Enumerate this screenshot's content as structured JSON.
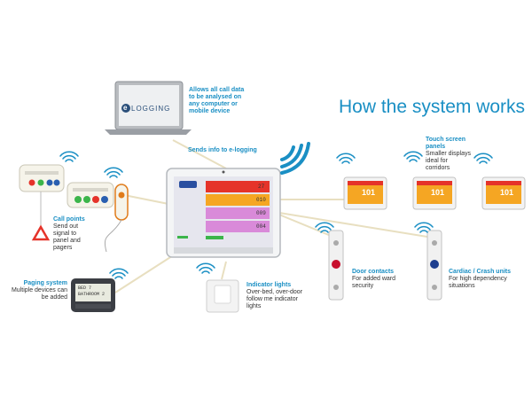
{
  "title": "How the system works",
  "brand": {
    "label": "LOGGING",
    "badge": "e"
  },
  "laptop": {
    "caption": [
      "Allows all call data",
      "to be analysed on",
      "any computer or",
      "mobile device"
    ]
  },
  "sends_label": "Sends info to e-logging",
  "call_points": {
    "label": "Call points",
    "desc": [
      "Send out",
      "signal to",
      "panel and",
      "pagers"
    ]
  },
  "paging": {
    "label": "Paging system",
    "desc": [
      "Multiple devices can",
      "be added"
    ],
    "screen": [
      "BED 7",
      "BATHROOM 2"
    ]
  },
  "indicator": {
    "label": "Indicator lights",
    "desc": [
      "Over-bed, over-door",
      "follow me indicator",
      "lights"
    ]
  },
  "door": {
    "label": "Door contacts",
    "desc": [
      "For added ward",
      "security"
    ]
  },
  "cardiac": {
    "label": "Cardiac / Crash units",
    "desc": [
      "For high dependency",
      "situations"
    ]
  },
  "touch": {
    "label": [
      "Touch screen",
      "panels"
    ],
    "desc": [
      "Smaller displays",
      "ideal for",
      "corridors"
    ]
  },
  "panel_display": "101",
  "main_rows": [
    "27",
    "010",
    "009",
    "004"
  ],
  "colors": {
    "accent": "#1a8fc4",
    "line": "#e8dfc0",
    "red": "#e5332a",
    "orange": "#f5a623",
    "pink": "#d98ad9",
    "green": "#3cb54a"
  },
  "icons": [
    "wifi-icon",
    "monitor-icon",
    "laptop-icon",
    "pager-icon",
    "call-point-icon",
    "pull-cord-icon",
    "light-icon",
    "sensor-icon"
  ]
}
